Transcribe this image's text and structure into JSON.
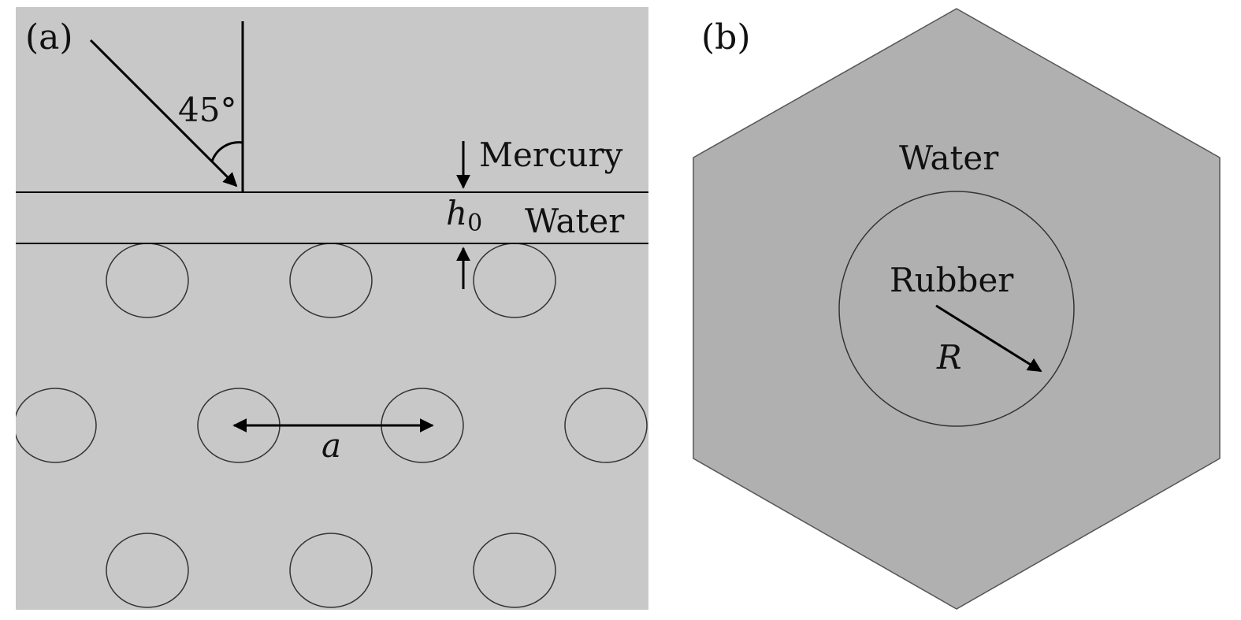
{
  "colors": {
    "panel_a_background": "#c8c8c8",
    "panel_b_background": "#b0b0b0",
    "line": "#000000",
    "page": "#ffffff"
  },
  "panel_a": {
    "label": "(a)",
    "incidence_angle": "45°",
    "upper_medium": "Mercury",
    "layer_thickness_symbol": "h",
    "layer_thickness_subscript": "0",
    "layer_medium": "Water",
    "lattice_constant": "a",
    "scatterer_rows": [
      3,
      4,
      3
    ]
  },
  "panel_b": {
    "label": "(b)",
    "matrix": "Water",
    "inclusion": "Rubber",
    "radius_symbol": "R"
  }
}
